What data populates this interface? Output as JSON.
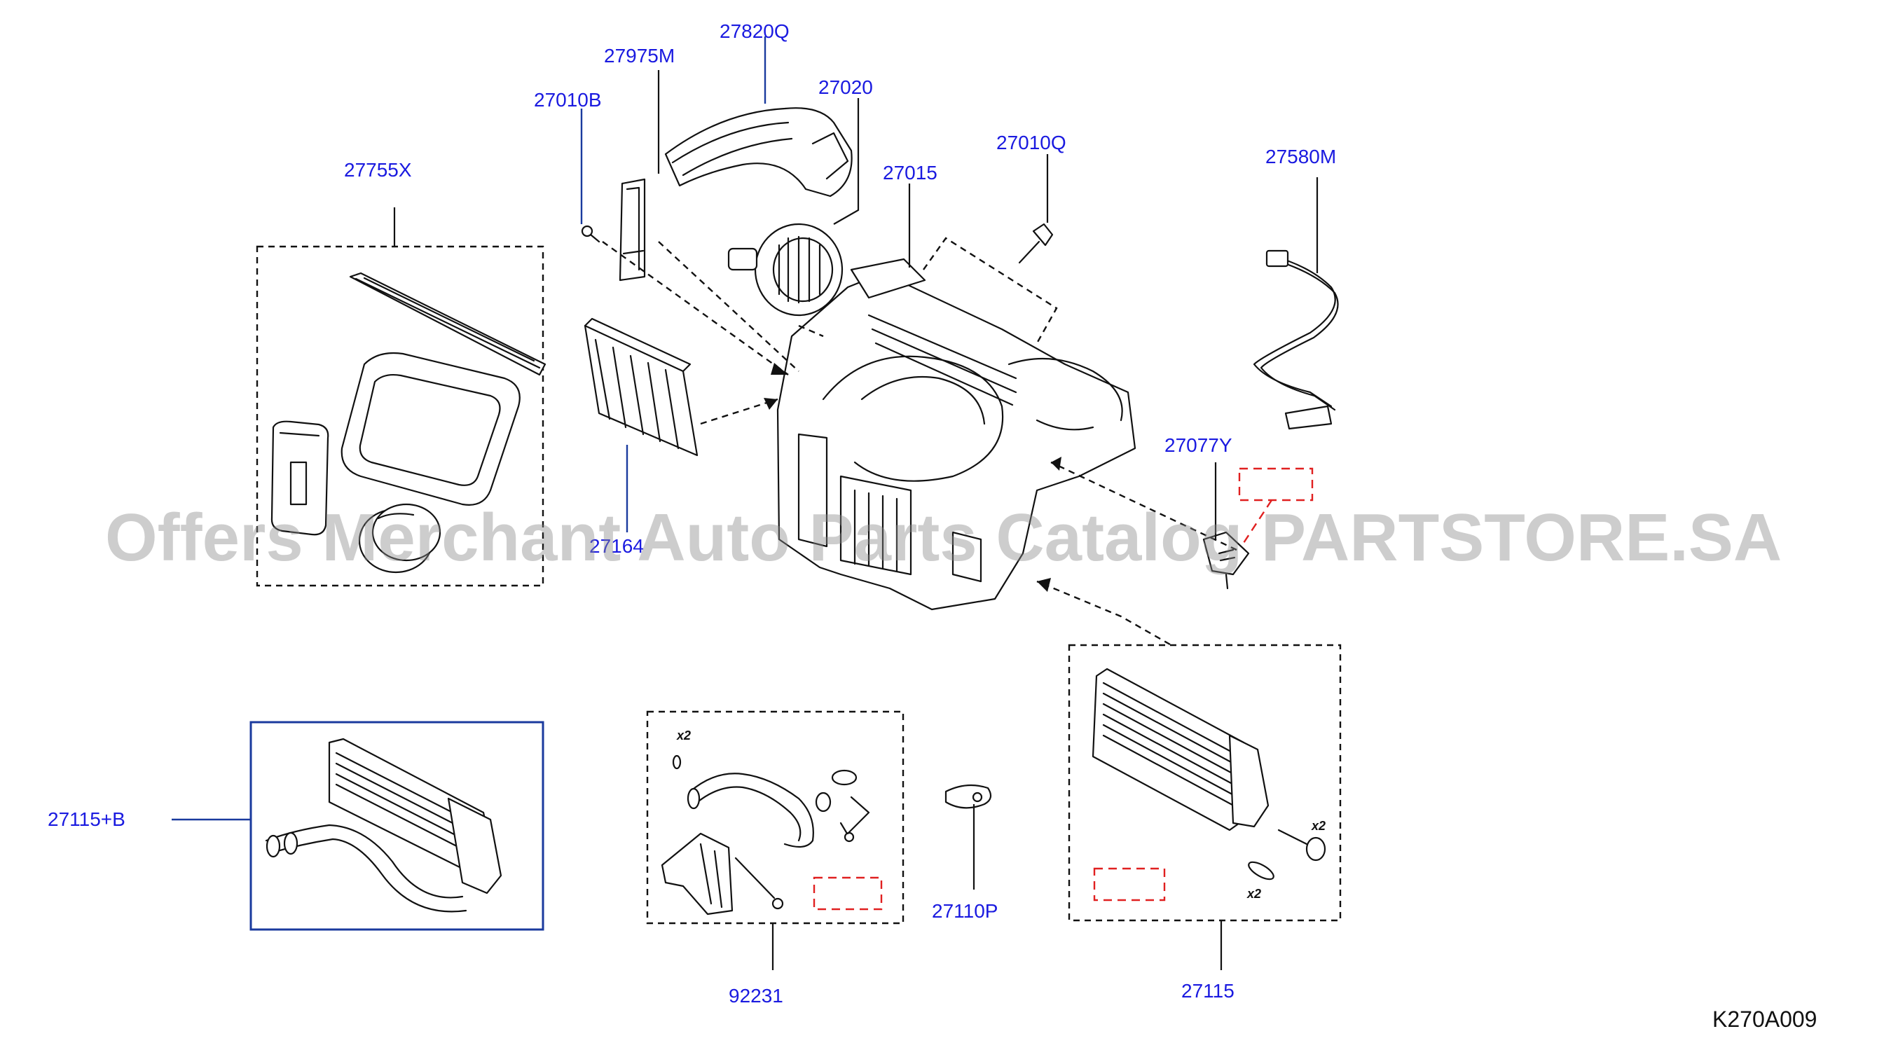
{
  "diagram_code": "K270A009",
  "watermark": "Offers Merchant Auto Parts Catalog PARTSTORE.SA",
  "colors": {
    "label": "#1a1ae0",
    "frame": "#1a3a9e",
    "highlight": "#e02020",
    "line": "#111111"
  },
  "quantity_marks": [
    "x2",
    "x2",
    "x2"
  ],
  "parts": [
    {
      "id": "p27755X",
      "label": "27755X"
    },
    {
      "id": "p27010B",
      "label": "27010B"
    },
    {
      "id": "p27975M",
      "label": "27975M"
    },
    {
      "id": "p27820Q",
      "label": "27820Q"
    },
    {
      "id": "p27020",
      "label": "27020"
    },
    {
      "id": "p27015",
      "label": "27015"
    },
    {
      "id": "p27010Q",
      "label": "27010Q"
    },
    {
      "id": "p27580M",
      "label": "27580M"
    },
    {
      "id": "p27077Y",
      "label": "27077Y"
    },
    {
      "id": "p27164",
      "label": "27164"
    },
    {
      "id": "p27115B",
      "label": "27115+B"
    },
    {
      "id": "p92231",
      "label": "92231"
    },
    {
      "id": "p27110P",
      "label": "27110P"
    },
    {
      "id": "p27115",
      "label": "27115"
    }
  ]
}
